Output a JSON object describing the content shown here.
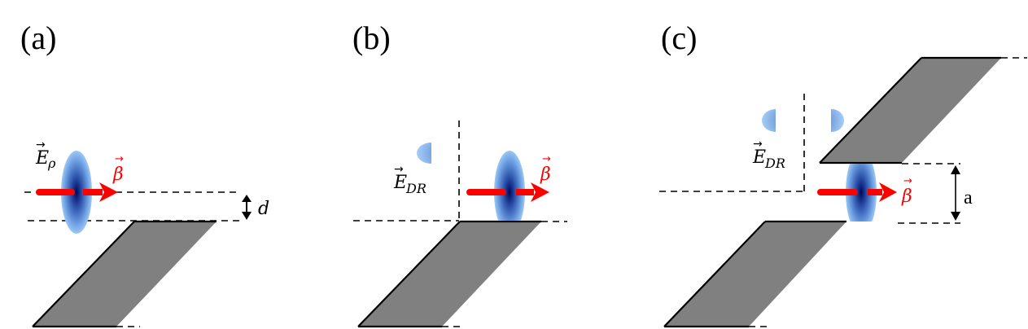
{
  "colors": {
    "plate_fill": "#808080",
    "beam_red": "#ff0000",
    "bunch_core": "#00105e",
    "bunch_edge": "#8fc0f5",
    "line": "#000000"
  },
  "panels": [
    {
      "id": "a",
      "label": "(a)",
      "field_label": {
        "symbol": "E",
        "subscript": "ρ",
        "arrow": "→"
      },
      "velocity_label": {
        "symbol": "β",
        "arrow": "→"
      },
      "dimension_label": "d",
      "description": "Bunch passing above a single plate edge at impact distance d"
    },
    {
      "id": "b",
      "label": "(b)",
      "field_label": {
        "symbol": "E",
        "subscript": "DR",
        "arrow": "→"
      },
      "velocity_label": {
        "symbol": "β",
        "arrow": "→"
      },
      "description": "Bunch grazing the plate; diffraction radiation field emitted"
    },
    {
      "id": "c",
      "label": "(c)",
      "field_label": {
        "symbol": "E",
        "subscript": "DR",
        "arrow": "→"
      },
      "velocity_label": {
        "symbol": "β",
        "arrow": "→"
      },
      "dimension_label": "a",
      "description": "Bunch passing through slit of width a between two plates"
    }
  ]
}
